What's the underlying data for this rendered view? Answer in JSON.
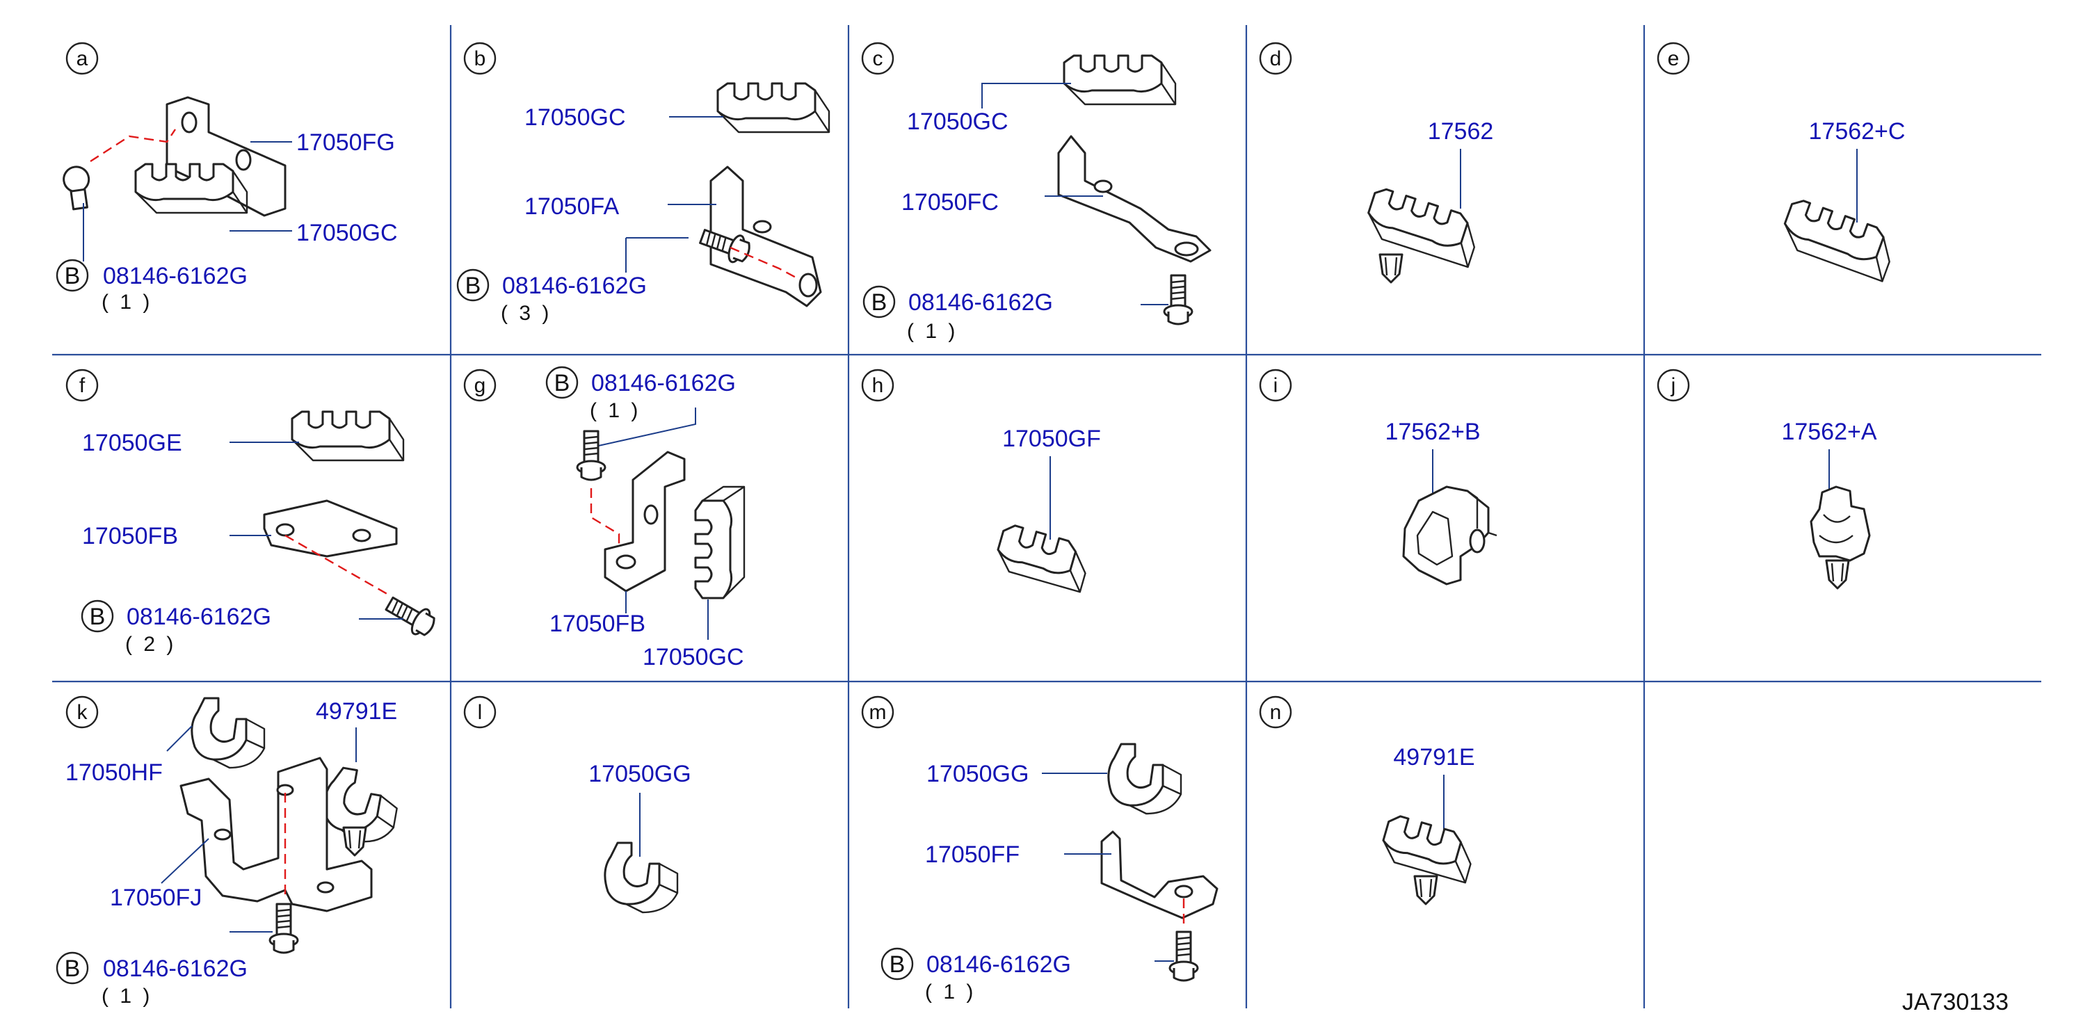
{
  "footer_code": "JA730133",
  "panels": {
    "a": {
      "letter": "a",
      "labels": [
        "17050FG",
        "17050GC",
        "08146-6162G"
      ],
      "qty": "( 1 )"
    },
    "b": {
      "letter": "b",
      "labels": [
        "17050GC",
        "17050FA",
        "08146-6162G"
      ],
      "qty": "( 3 )"
    },
    "c": {
      "letter": "c",
      "labels": [
        "17050GC",
        "17050FC",
        "08146-6162G"
      ],
      "qty": "( 1 )"
    },
    "d": {
      "letter": "d",
      "labels": [
        "17562"
      ]
    },
    "e": {
      "letter": "e",
      "labels": [
        "17562+C"
      ]
    },
    "f": {
      "letter": "f",
      "labels": [
        "17050GE",
        "17050FB",
        "08146-6162G"
      ],
      "qty": "( 2 )"
    },
    "g": {
      "letter": "g",
      "labels": [
        "08146-6162G",
        "17050FB",
        "17050GC"
      ],
      "qty": "( 1 )"
    },
    "h": {
      "letter": "h",
      "labels": [
        "17050GF"
      ]
    },
    "i": {
      "letter": "i",
      "labels": [
        "17562+B"
      ]
    },
    "j": {
      "letter": "j",
      "labels": [
        "17562+A"
      ]
    },
    "k": {
      "letter": "k",
      "labels": [
        "17050HF",
        "49791E",
        "17050FJ",
        "08146-6162G"
      ],
      "qty": "( 1 )"
    },
    "l": {
      "letter": "l",
      "labels": [
        "17050GG"
      ]
    },
    "m": {
      "letter": "m",
      "labels": [
        "17050GG",
        "17050FF",
        "08146-6162G"
      ],
      "qty": "( 1 )"
    },
    "n": {
      "letter": "n",
      "labels": [
        "49791E"
      ]
    }
  },
  "bolt_code": "B",
  "colors": {
    "label": "#1414b4",
    "grid": "#2b4e9b",
    "dash": "#e01a1a"
  }
}
